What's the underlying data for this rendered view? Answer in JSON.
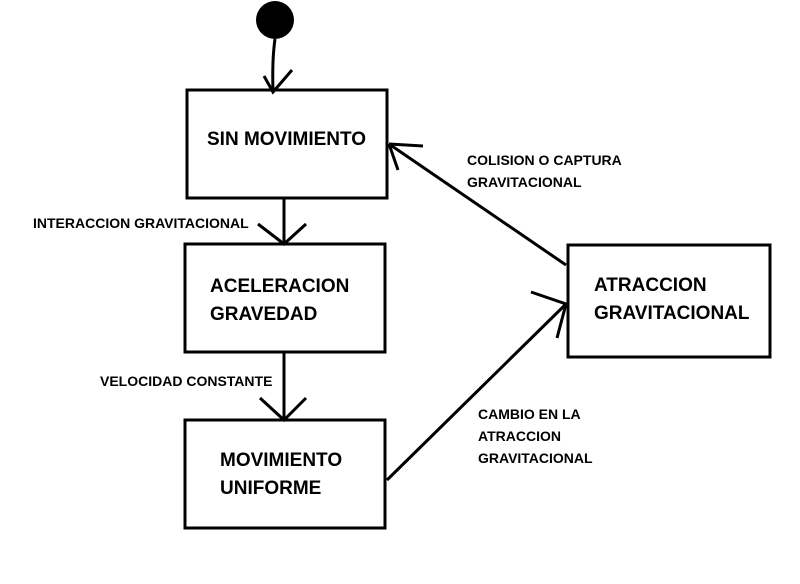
{
  "diagram": {
    "states": [
      {
        "id": "sin-movimiento",
        "lines": [
          "SIN MOVIMIENTO"
        ]
      },
      {
        "id": "aceleracion-gravedad",
        "lines": [
          "ACELERACION",
          "GRAVEDAD"
        ]
      },
      {
        "id": "movimiento-uniforme",
        "lines": [
          "MOVIMIENTO",
          "UNIFORME"
        ]
      },
      {
        "id": "atraccion-gravitacional",
        "lines": [
          "ATRACCION",
          "GRAVITACIONAL"
        ]
      }
    ],
    "transitions": [
      {
        "id": "interaccion",
        "lines": [
          "INTERACCION GRAVITACIONAL"
        ]
      },
      {
        "id": "velocidad",
        "lines": [
          "VELOCIDAD CONSTANTE"
        ]
      },
      {
        "id": "cambio",
        "lines": [
          "CAMBIO EN LA",
          "ATRACCION",
          "GRAVITACIONAL"
        ]
      },
      {
        "id": "colision",
        "lines": [
          "COLISION O CAPTURA",
          "GRAVITACIONAL"
        ]
      }
    ],
    "colors": {
      "ink": "#000000",
      "background": "#ffffff"
    }
  }
}
